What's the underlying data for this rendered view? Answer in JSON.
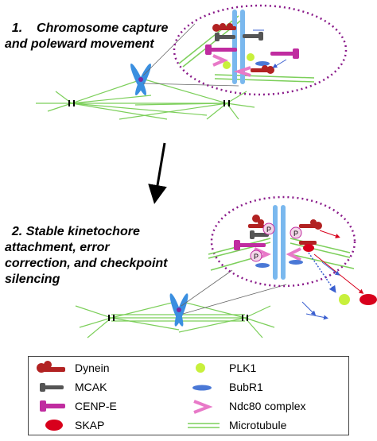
{
  "stages": [
    {
      "number": "1.",
      "title": "Chromosome capture\nand poleward movement"
    },
    {
      "number": "2.",
      "title": "Stable kinetochore\nattachment, error\ncorrection, and checkpoint\nsilencing"
    }
  ],
  "phospho_label": "P",
  "legend": [
    {
      "label": "Dynein",
      "icon": "dynein-icon",
      "color": "#b22222"
    },
    {
      "label": "PLK1",
      "icon": "plk1-icon",
      "color": "#c8f03c"
    },
    {
      "label": "MCAK",
      "icon": "mcak-icon",
      "color": "#555555"
    },
    {
      "label": "BubR1",
      "icon": "bubr1-icon",
      "color": "#4a78d6"
    },
    {
      "label": "CENP-E",
      "icon": "cenpe-icon",
      "color": "#c02ca0"
    },
    {
      "label": "Ndc80 complex",
      "icon": "ndc80-icon",
      "color": "#e879c8"
    },
    {
      "label": "SKAP",
      "icon": "skap-icon",
      "color": "#d8001c"
    },
    {
      "label": "Microtubule",
      "icon": "microtubule-icon",
      "color": "#7ccf5a"
    }
  ]
}
